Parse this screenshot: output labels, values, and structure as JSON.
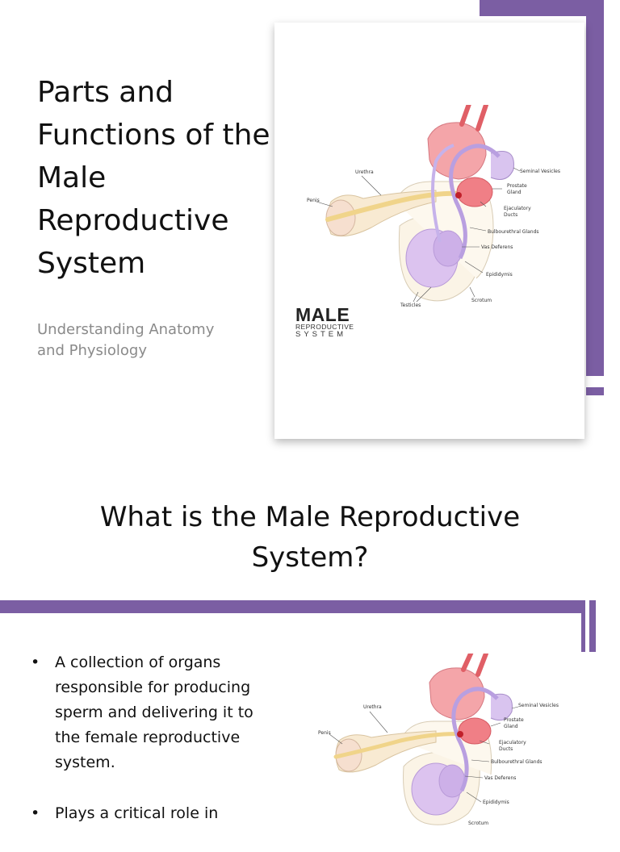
{
  "slide1": {
    "title": "Parts and Functions of the Male Reproductive System",
    "subtitle": "Understanding Anatomy and Physiology",
    "logo": {
      "main": "MALE",
      "sub1": "REPRODUCTIVE",
      "sub2": "SYSTEM"
    },
    "accent_color": "#7b5ea3"
  },
  "diagram_labels": {
    "urethra": "Urethra",
    "penis": "Penis",
    "seminal_vesicles": "Seminal Vesicles",
    "prostate": "Prostate",
    "gland": "Gland",
    "ejaculatory": "Ejaculatory",
    "ducts": "Ducts",
    "bulbourethral": "Bulbourethral Glands",
    "vas_deferens": "Vas Deferens",
    "epididymis": "Epididymis",
    "scrotum": "Scrotum",
    "testicles": "Testicles"
  },
  "slide2": {
    "title": "What is the Male Reproductive System?",
    "bullets": [
      "A collection of organs responsible for producing sperm and delivering it to the female reproductive system.",
      "Plays a critical role in"
    ]
  }
}
